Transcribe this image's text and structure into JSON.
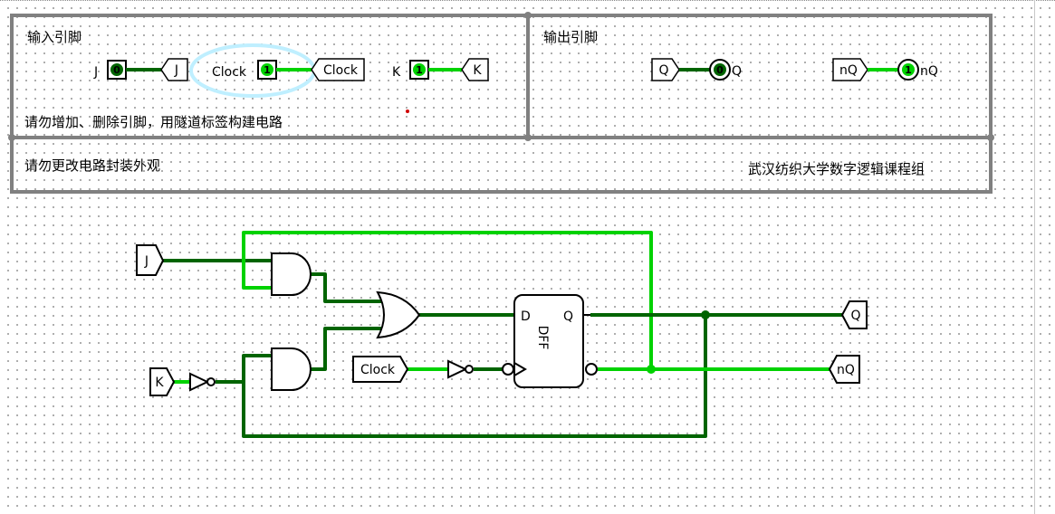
{
  "header": {
    "input_section_title": "输入引脚",
    "output_section_title": "输出引脚",
    "note_no_add_delete": "请勿增加、删除引脚，用隧道标签构建电路",
    "note_no_change_appearance": "请勿更改电路封装外观",
    "credit": "武汉纺织大学数字逻辑课程组"
  },
  "inputs": [
    {
      "name": "J",
      "value": "0",
      "tunnel": "J"
    },
    {
      "name": "Clock",
      "value": "1",
      "tunnel": "Clock"
    },
    {
      "name": "K",
      "value": "1",
      "tunnel": "K"
    }
  ],
  "outputs": [
    {
      "name": "Q",
      "value": "0",
      "tunnel": "Q"
    },
    {
      "name": "nQ",
      "value": "1",
      "tunnel": "nQ"
    }
  ],
  "circuit": {
    "tunnel_j": "J",
    "tunnel_k": "K",
    "tunnel_clock": "Clock",
    "tunnel_q": "Q",
    "tunnel_nq": "nQ",
    "dff_label": "DFF",
    "dff_d": "D",
    "dff_q": "Q"
  },
  "colors": {
    "wire_dark": "#006400",
    "wire_bright": "#00d200",
    "box_border": "#808080",
    "pin_fill": "#00c000",
    "selection": "#bfefff"
  }
}
